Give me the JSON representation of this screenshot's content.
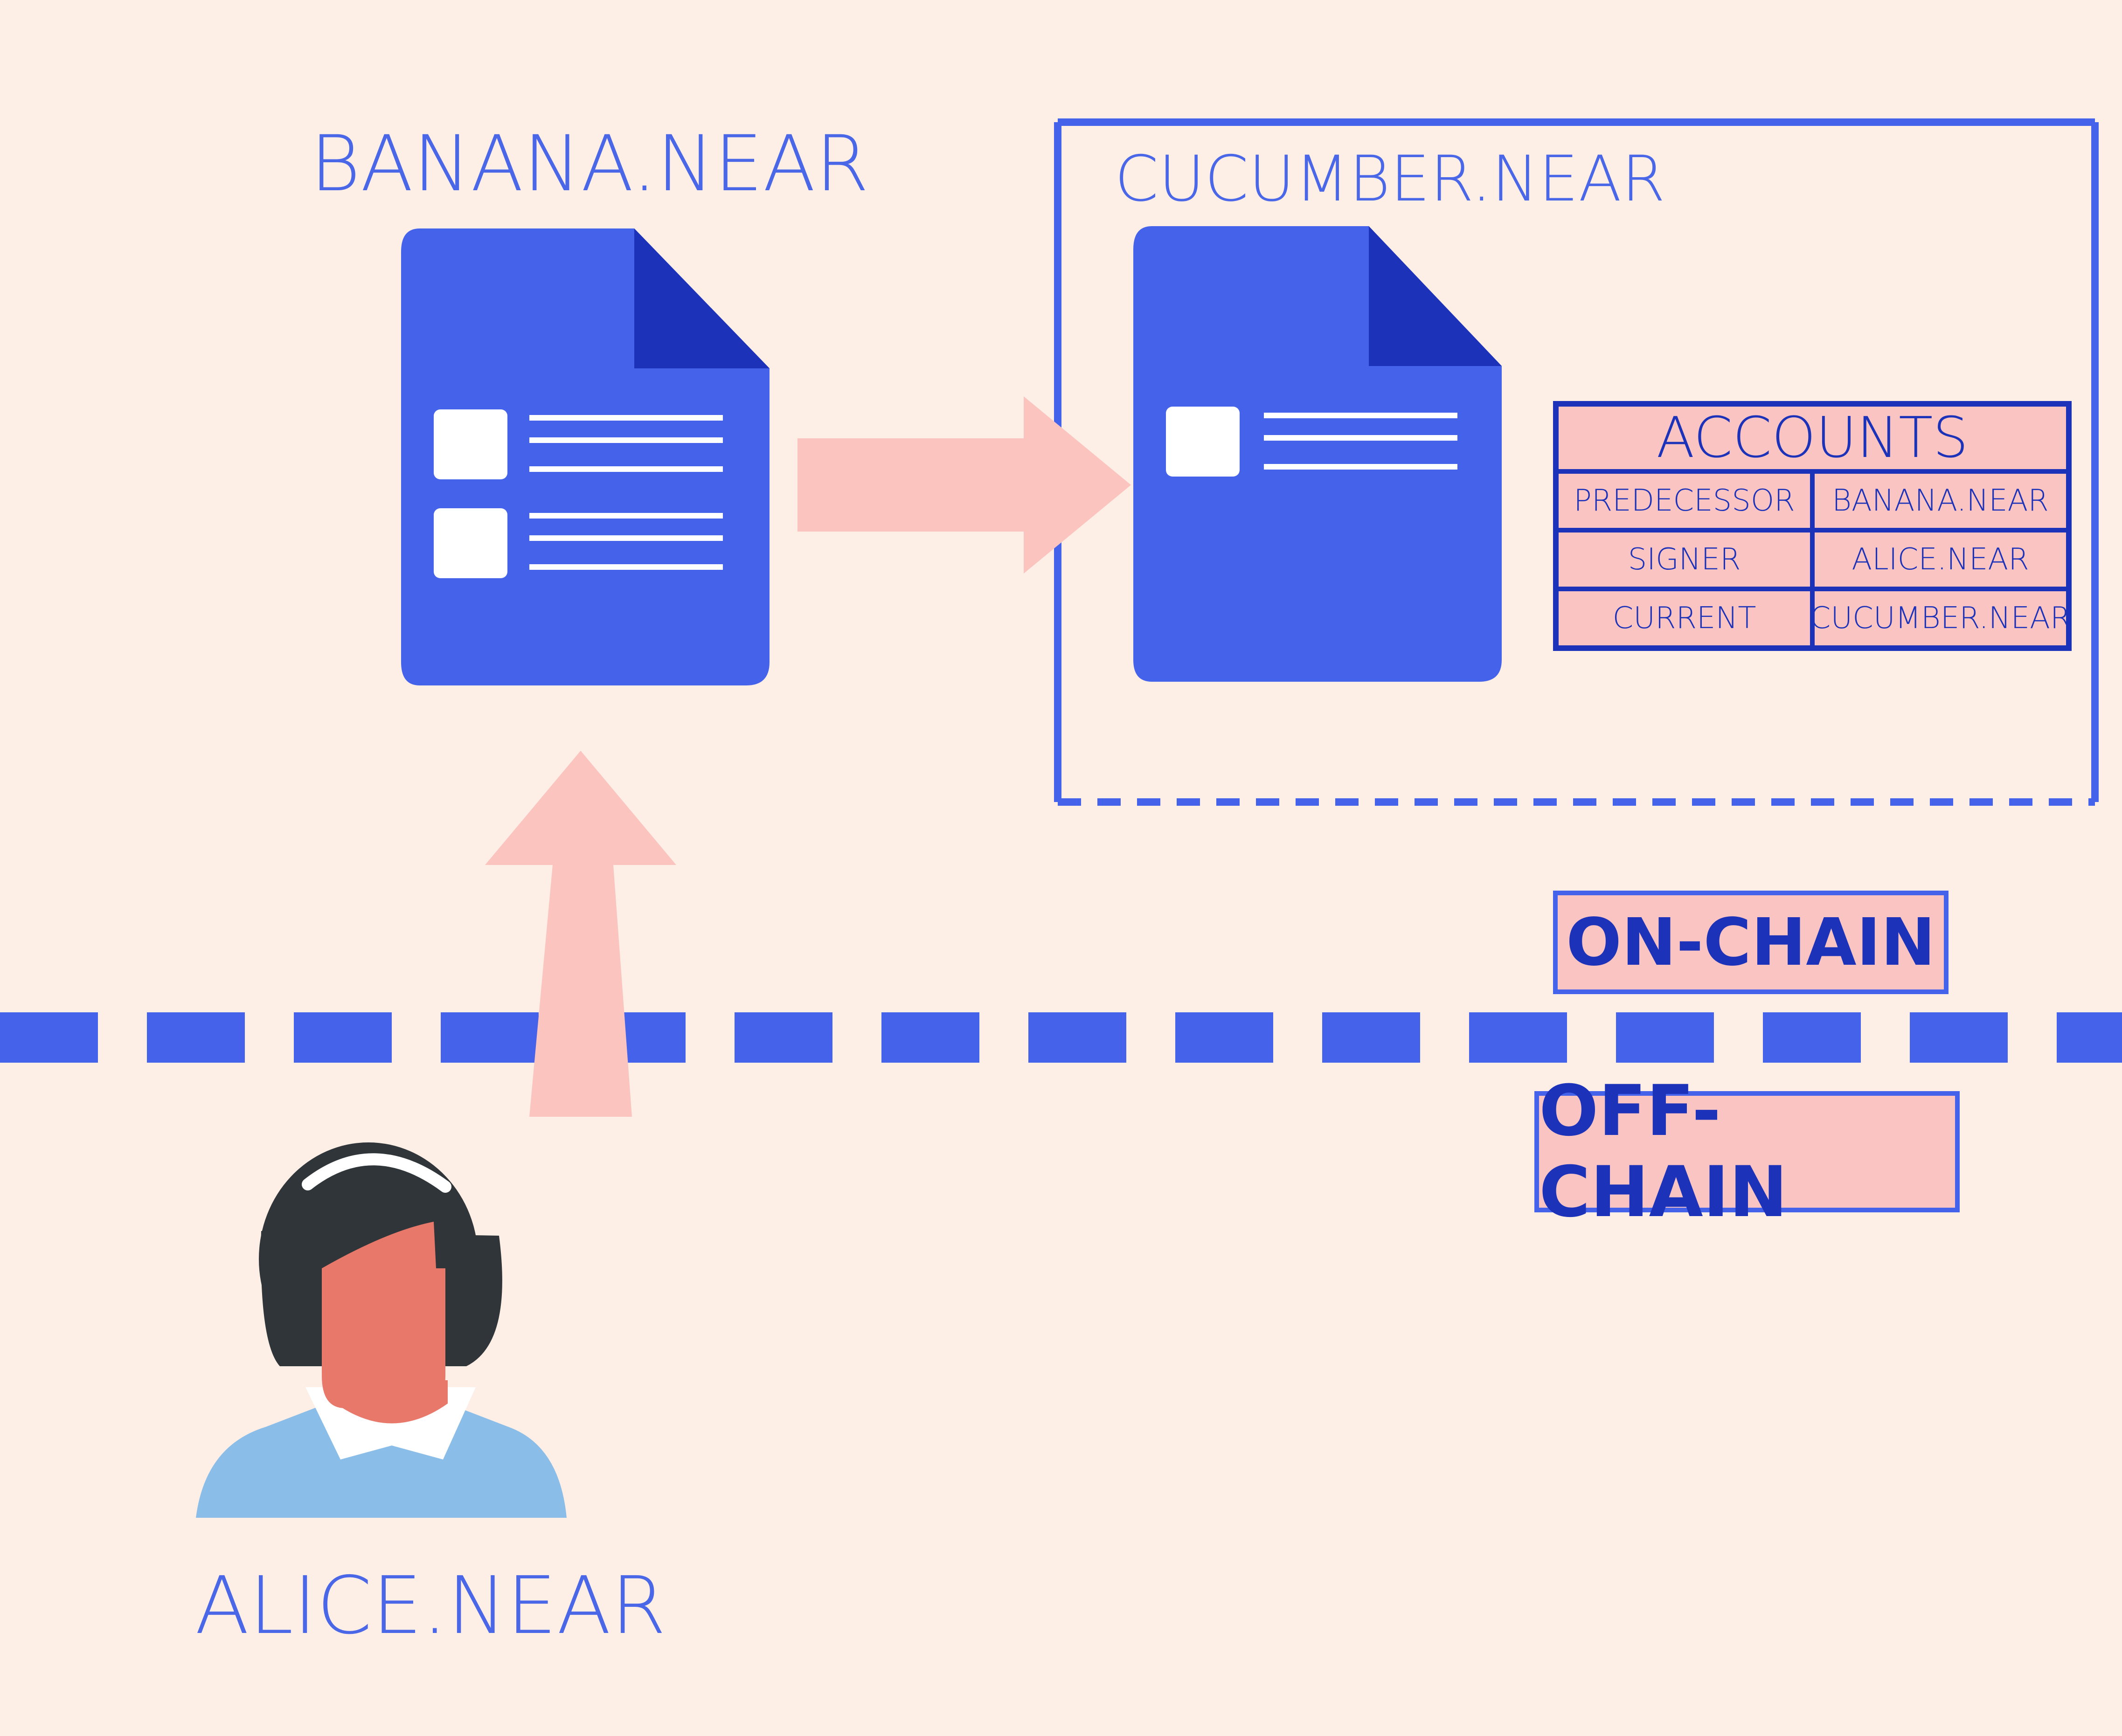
{
  "accounts": {
    "banana": "BANANA.NEAR",
    "cucumber": "CUCUMBER.NEAR",
    "alice": "ALICE.NEAR"
  },
  "boundary": {
    "on_chain": "ON-CHAIN",
    "off_chain": "OFF-CHAIN"
  },
  "accounts_table": {
    "title": "ACCOUNTS",
    "rows": [
      {
        "role": "PREDECESSOR",
        "account": "BANANA.NEAR"
      },
      {
        "role": "SIGNER",
        "account": "ALICE.NEAR"
      },
      {
        "role": "CURRENT",
        "account": "CUCUMBER.NEAR"
      }
    ]
  },
  "colors": {
    "background": "#fdeee6",
    "contract_blue": "#4463ea",
    "contract_fold": "#1c32b8",
    "arrow_pink": "#fcc4bf",
    "badge_fill": "#f9c4c2",
    "badge_text": "#1c32b8",
    "person_hair": "#2f3538",
    "person_skin": "#e8786a",
    "person_shirt": "#8abde8"
  },
  "icons": [
    "contract-document-icon",
    "person-avatar-icon"
  ]
}
